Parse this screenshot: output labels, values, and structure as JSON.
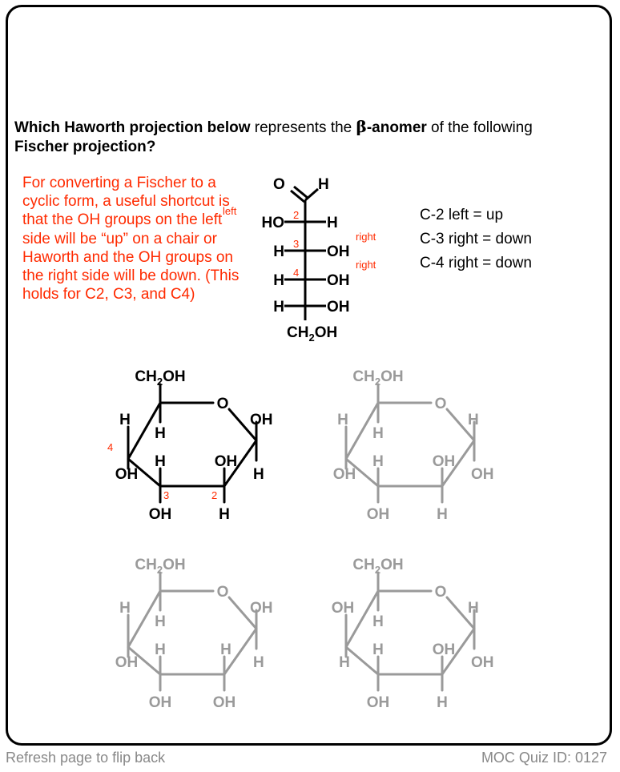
{
  "question": {
    "part1": "Which Haworth projection below",
    "part2": " represents the ",
    "beta_symbol": "β",
    "part3": "-anomer",
    "part4": " of the following",
    "part5": "Fischer projection?"
  },
  "hint": "For converting a Fischer to a cyclic form, a useful shortcut is that the OH groups on the left side will be “up” on a chair or Haworth and the OH groups on  the right  side will be down. (This holds for C2, C3, and C4)",
  "rules": [
    "C-2 left = up",
    "C-3 right = down",
    "C-4 right = down"
  ],
  "fischer": {
    "aldehyde_o": "O",
    "aldehyde_h": "H",
    "rows": [
      {
        "left": "HO",
        "right": "H",
        "carbon_num": "2",
        "side_note": "left"
      },
      {
        "left": "H",
        "right": "OH",
        "carbon_num": "3",
        "side_note": "right"
      },
      {
        "left": "H",
        "right": "OH",
        "carbon_num": "4",
        "side_note": "right"
      },
      {
        "left": "H",
        "right": "OH",
        "carbon_num": "",
        "side_note": ""
      }
    ],
    "bottom": "CH",
    "bottom_sub": "2",
    "bottom_tail": "OH"
  },
  "haworth": [
    {
      "id": "A",
      "status": "active",
      "top": "CH2OH",
      "ring_o": "O",
      "c1_up": "OH",
      "c1_down": "H",
      "c2_up": "OH",
      "c2_down": "H",
      "c3_up": "H",
      "c3_down": "OH",
      "c4_up": "H",
      "c4_down": "OH",
      "c5_down": "H",
      "labels": {
        "c4": "4",
        "c3": "3",
        "c2": "2"
      }
    },
    {
      "id": "B",
      "status": "faded",
      "top": "CH2OH",
      "ring_o": "O",
      "c1_up": "H",
      "c1_down": "OH",
      "c2_up": "OH",
      "c2_down": "H",
      "c3_up": "H",
      "c3_down": "OH",
      "c4_up": "H",
      "c4_down": "OH",
      "c5_down": "H"
    },
    {
      "id": "C",
      "status": "faded",
      "top": "CH2OH",
      "ring_o": "O",
      "c1_up": "OH",
      "c1_down": "H",
      "c2_up": "H",
      "c2_down": "OH",
      "c3_up": "H",
      "c3_down": "OH",
      "c4_up": "H",
      "c4_down": "OH",
      "c5_down": "H"
    },
    {
      "id": "D",
      "status": "faded",
      "top": "CH2OH",
      "ring_o": "O",
      "c1_up": "H",
      "c1_down": "OH",
      "c2_up": "OH",
      "c2_down": "H",
      "c3_up": "H",
      "c3_down": "OH",
      "c4_up": "OH",
      "c4_down": "H",
      "c5_down": "H"
    }
  ],
  "colors": {
    "active": "#000000",
    "faded": "#9a9a9a",
    "accent": "#ff2a00"
  },
  "footer": {
    "left": "Refresh page to flip back",
    "right": "MOC Quiz ID: 0127"
  }
}
